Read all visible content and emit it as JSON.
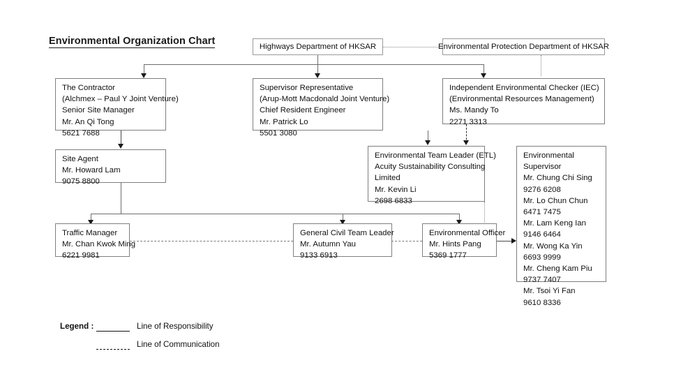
{
  "title": "Environmental Organization Chart",
  "nodes": {
    "highways": {
      "name": "highways-department-box",
      "lines": [
        "Highways Department of HKSAR"
      ]
    },
    "epd": {
      "name": "environmental-protection-department-box",
      "lines": [
        "Environmental Protection Department of HKSAR"
      ]
    },
    "contractor": {
      "name": "the-contractor-box",
      "lines": [
        "The Contractor",
        "(Alchmex – Paul Y Joint Venture)",
        "Senior Site Manager",
        "Mr. An Qi Tong",
        "5621 7688"
      ]
    },
    "supervisor_rep": {
      "name": "supervisor-representative-box",
      "lines": [
        "Supervisor Representative",
        "(Arup-Mott Macdonald Joint Venture)",
        "Chief Resident Engineer",
        "Mr. Patrick Lo",
        "5501 3080"
      ]
    },
    "iec": {
      "name": "independent-environmental-checker-box",
      "lines": [
        "Independent Environmental Checker (IEC)",
        "(Environmental Resources Management)",
        "Ms. Mandy To",
        "2271 3313"
      ]
    },
    "site_agent": {
      "name": "site-agent-box",
      "lines": [
        "Site Agent",
        "Mr. Howard Lam",
        "9075 8800"
      ]
    },
    "etl": {
      "name": "environmental-team-leader-box",
      "lines": [
        "Environmental Team Leader (ETL)",
        "Acuity Sustainability Consulting",
        "Limited",
        "Mr. Kevin Li",
        "2698 6833"
      ]
    },
    "env_supervisor": {
      "name": "environmental-supervisor-box",
      "lines": [
        "Environmental",
        "Supervisor",
        "Mr. Chung Chi Sing",
        "9276 6208",
        "Mr. Lo Chun Chun",
        "6471 7475",
        "Mr. Lam Keng Ian",
        "9146 6464",
        "Mr. Wong Ka Yin",
        "6693 9999",
        "Mr. Cheng Kam Piu",
        "9737 7407",
        "Mr. Tsoi Yi Fan",
        "9610 8336"
      ]
    },
    "traffic_manager": {
      "name": "traffic-manager-box",
      "lines": [
        "Traffic Manager",
        "Mr. Chan Kwok Ming",
        "6221 9981"
      ]
    },
    "general_civil": {
      "name": "general-civil-team-leader-box",
      "lines": [
        "General Civil Team Leader",
        "Mr. Autumn Yau",
        "9133 6913"
      ]
    },
    "env_officer": {
      "name": "environmental-officer-box",
      "lines": [
        "Environmental Officer",
        "Mr. Hints Pang",
        "5369 1777"
      ]
    }
  },
  "legend": {
    "label": "Legend :",
    "responsibility": "Line of Responsibility",
    "communication": "Line of Communication"
  }
}
